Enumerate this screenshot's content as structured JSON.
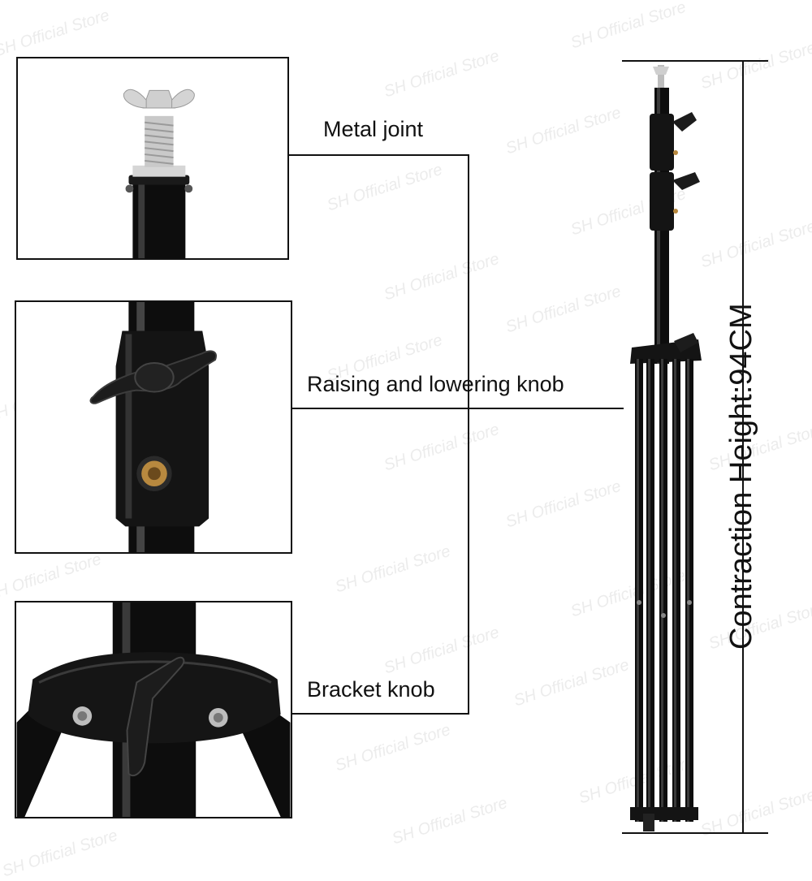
{
  "watermark": "SH Official Store",
  "labels": {
    "metal_joint": "Metal joint",
    "raising_knob": "Raising and lowering knob",
    "bracket_knob": "Bracket knob",
    "contraction_height": "Contraction Height:94CM"
  },
  "colors": {
    "stand": "#0d0d0d",
    "metal": "#c9c9c9",
    "brass": "#b8893f",
    "line": "#111111"
  },
  "icons": {
    "detail1": "wing-screw-icon",
    "detail2": "locking-knob-icon",
    "detail3": "bracket-knob-icon",
    "stand": "light-stand-icon"
  }
}
